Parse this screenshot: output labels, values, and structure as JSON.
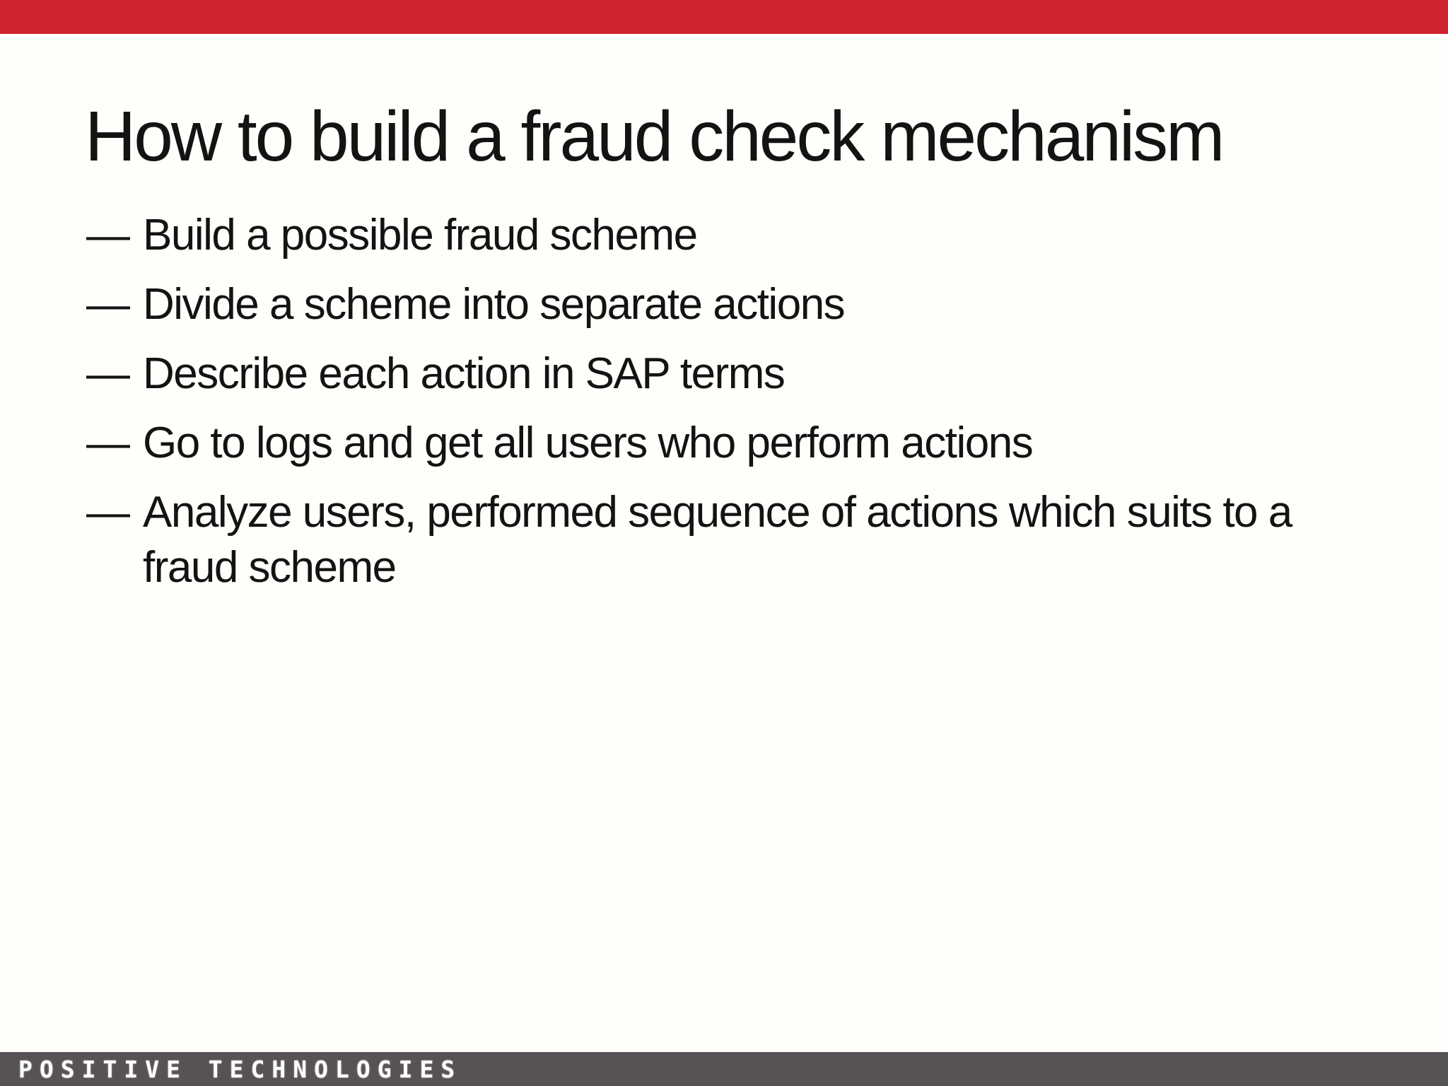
{
  "slide": {
    "title": "How to build a fraud check mechanism",
    "bullet_marker": "—",
    "bullets": [
      "Build a possible fraud scheme",
      "Divide a scheme into separate actions",
      "Describe each action in SAP terms",
      "Go to logs and get all users who perform actions",
      "Analyze users, performed sequence of actions which suits to a fraud scheme"
    ]
  },
  "footer": {
    "logo_text": "POSITIVE TECHNOLOGIES"
  },
  "colors": {
    "accent_red": "#d02330",
    "footer_gray": "#575256",
    "text": "#131313",
    "background": "#fffefa"
  }
}
